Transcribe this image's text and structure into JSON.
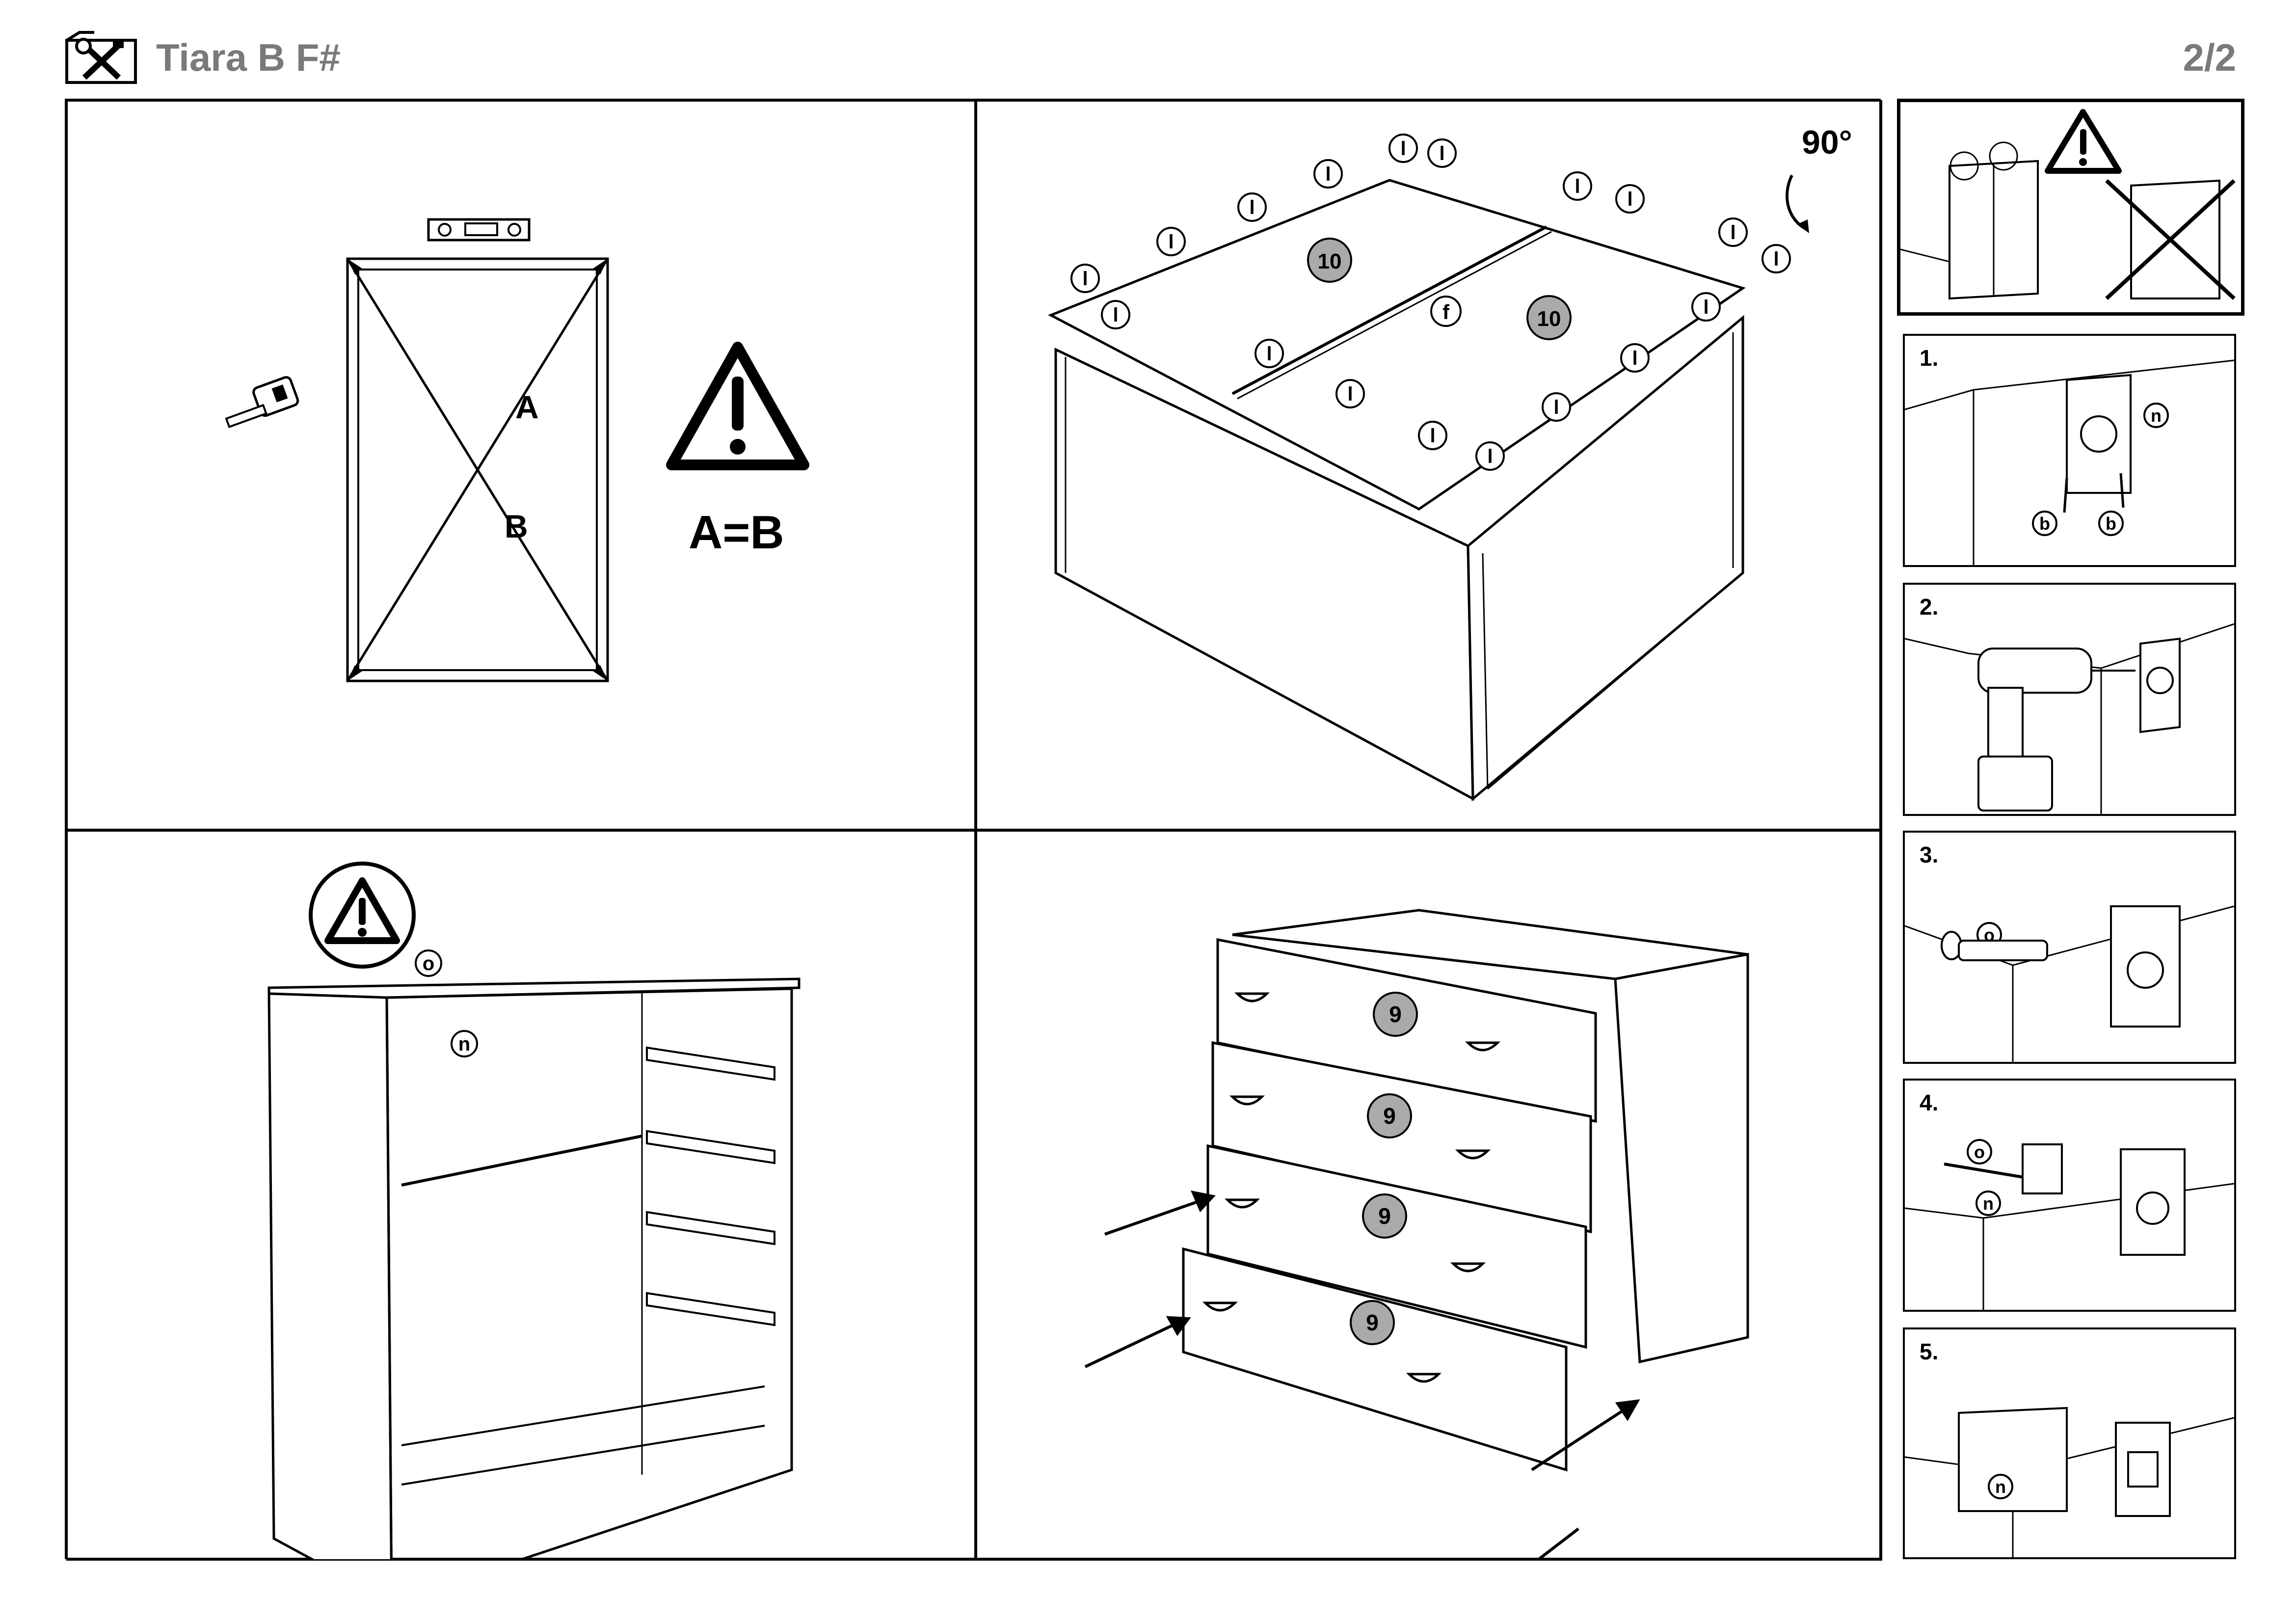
{
  "header": {
    "title": "Tiara B F#",
    "page": "2/2"
  },
  "panel_1": {
    "diag_a": "A",
    "diag_b": "B",
    "equation": "A=B"
  },
  "panel_2": {
    "rotation": "90°",
    "part_10": "10",
    "part_f": "f",
    "part_l": "l"
  },
  "panel_3": {
    "part_o": "o",
    "part_n": "n"
  },
  "panel_4": {
    "part_9": "9"
  },
  "side_steps": [
    {
      "label": "1.",
      "parts": [
        "n",
        "b",
        "b"
      ]
    },
    {
      "label": "2.",
      "parts": []
    },
    {
      "label": "3.",
      "parts": [
        "o"
      ]
    },
    {
      "label": "4.",
      "parts": [
        "o",
        "n"
      ]
    },
    {
      "label": "5.",
      "parts": [
        "n"
      ]
    }
  ],
  "icons": {
    "tools": "wrench-screwdriver-icon",
    "warning": "warning-triangle-icon",
    "level": "spirit-level-icon",
    "tape": "tape-measure-icon",
    "drill": "drill-icon"
  }
}
